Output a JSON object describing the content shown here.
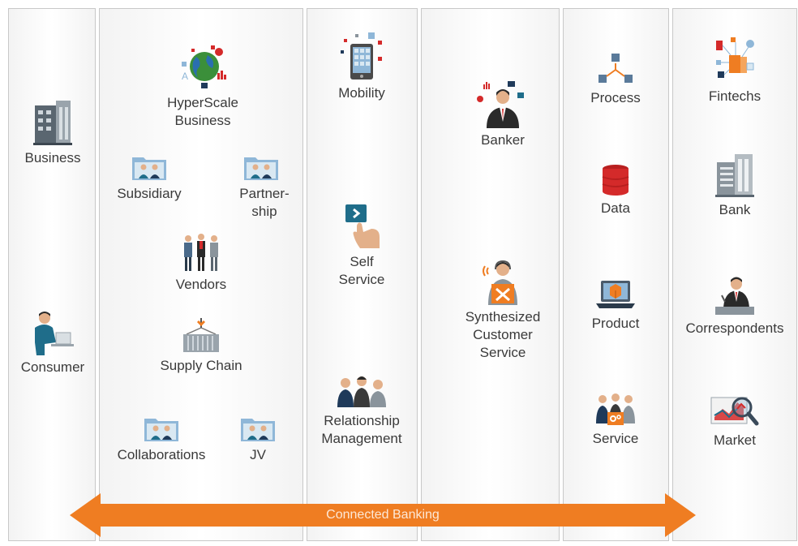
{
  "colors": {
    "accent": "#ef7d22",
    "red": "#d42a2a",
    "navy": "#1f3a5a",
    "gray": "#8a949c",
    "skin": "#e3b08a"
  },
  "columns": {
    "c1": {
      "items": {
        "business": "Business",
        "consumer": "Consumer"
      }
    },
    "c2": {
      "items": {
        "hyperscale": "HyperScale\nBusiness",
        "subsidiary": "Subsidiary",
        "partnership": "Partner-\nship",
        "vendors": "Vendors",
        "supply": "Supply Chain",
        "collab": "Collaborations",
        "jv": "JV"
      }
    },
    "c3": {
      "items": {
        "mobility": "Mobility",
        "self": "Self\nService",
        "relationship": "Relationship\nManagement"
      }
    },
    "c4": {
      "items": {
        "banker": "Banker",
        "synth": "Synthesized\nCustomer\nService"
      }
    },
    "c5": {
      "items": {
        "process": "Process",
        "data": "Data",
        "product": "Product",
        "service": "Service"
      }
    },
    "c6": {
      "items": {
        "fintechs": "Fintechs",
        "bank": "Bank",
        "corr": "Correspondents",
        "market": "Market"
      }
    }
  },
  "arrow": {
    "label": "Connected Banking"
  }
}
